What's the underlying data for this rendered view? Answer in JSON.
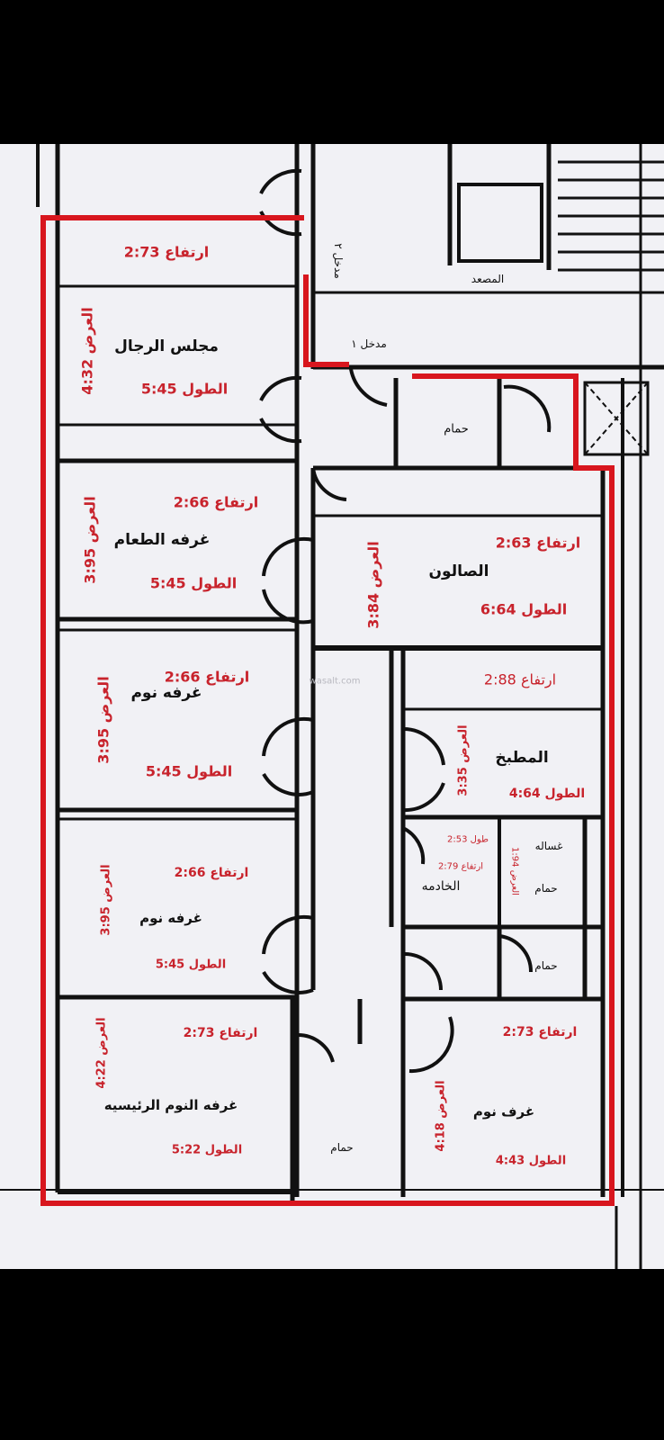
{
  "colors": {
    "outline": "#d8161e",
    "label": "#c8232c",
    "wall": "#111111",
    "paper": "#f1f1f5"
  },
  "watermark": "wasalt.com",
  "circulation": {
    "entrance_1": "مدخل ١",
    "entrance_2": "مدخل ٢",
    "elevator": "المصعد",
    "bath_top": "حمام"
  },
  "rooms": {
    "majlis": {
      "name": "مجلس الرجال",
      "height": "ارتفاع 2:73",
      "width": "العرض 4:32",
      "length": "الطول 5:45"
    },
    "dining": {
      "name": "غرفه الطعام",
      "height": "ارتفاع 2:66",
      "width": "العرض 3:95",
      "length": "الطول 5:45"
    },
    "salon": {
      "name": "الصالون",
      "height": "ارتفاع 2:63",
      "width": "العرض 3:84",
      "length": "الطول  6:64"
    },
    "bedroom1": {
      "name": "غرفه نوم",
      "height": "ارتفاع 2:66",
      "width": "العرض 3:95",
      "length": "الطول 5:45"
    },
    "kitchen": {
      "name": "المطبخ",
      "height": "ارتفاع 2:88",
      "width": "العرض 3:35",
      "length": "الطول 4:64"
    },
    "maid": {
      "name": "الخادمه",
      "length": "طول 2:53",
      "height": "ارتفاع 2:79",
      "width": "العرض 1:94",
      "laundry": "غساله",
      "bath": "حمام"
    },
    "bath_mid": {
      "name": "حمام"
    },
    "bedroom2": {
      "name": "غرفه نوم",
      "height": "ارتفاع 2:66",
      "width": "العرض 3:95",
      "length": "الطول 5:45"
    },
    "master": {
      "name": "غرفه النوم الرئيسيه",
      "height": "ارتفاع 2:73",
      "width": "العرض 4:22",
      "length": "الطول 5:22"
    },
    "bath_master": {
      "name": "حمام"
    },
    "bedroom3": {
      "name": "غرف نوم",
      "height": "ارتفاع 2:73",
      "width": "العرض 4:18",
      "length": "الطول 4:43"
    }
  }
}
